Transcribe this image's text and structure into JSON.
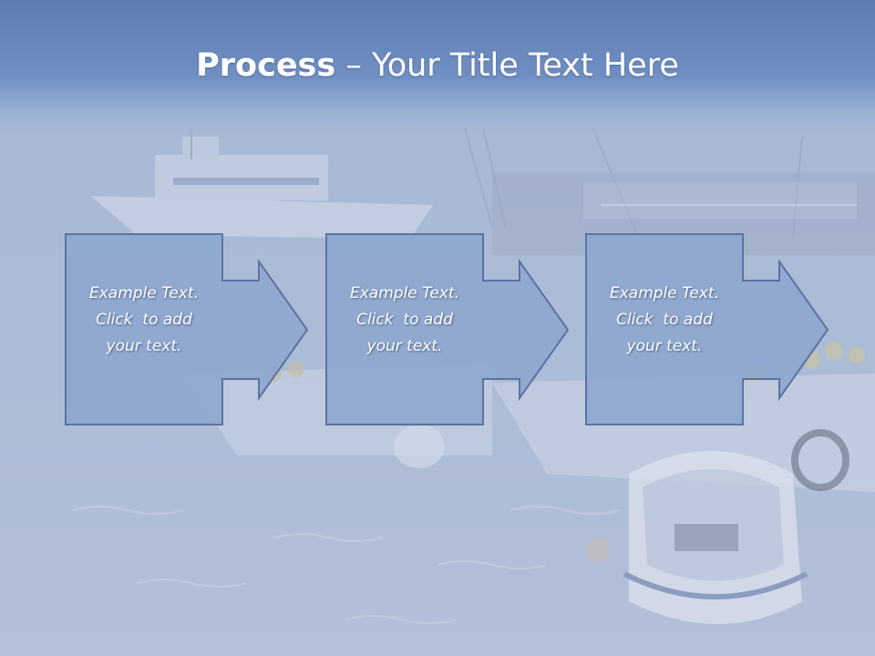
{
  "slide": {
    "title_bold": "Process",
    "title_rest": " – Your Title Text Here"
  },
  "steps": [
    {
      "line1": "Example Text.",
      "line2": "Click  to add",
      "line3": "your text."
    },
    {
      "line1": "Example Text.",
      "line2": "Click  to add",
      "line3": "your text."
    },
    {
      "line1": "Example Text.",
      "line2": "Click  to add",
      "line3": "your text."
    }
  ],
  "colors": {
    "title_band": "#6483b8",
    "box_fill": "#8ea7cf",
    "box_stroke": "#5b73a0",
    "text": "#ffffff"
  },
  "background": {
    "description_icon": "harbor-boats-photo"
  }
}
